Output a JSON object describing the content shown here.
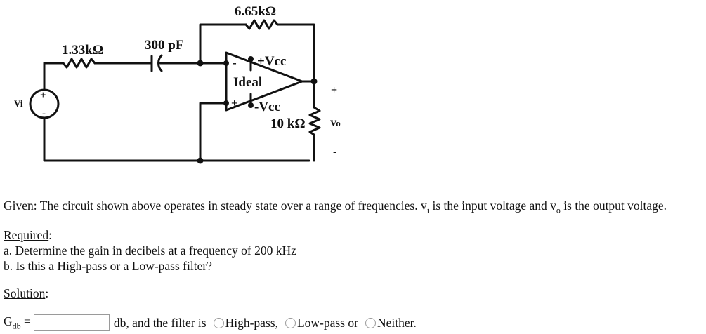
{
  "circuit": {
    "r_feedback": "6.65kΩ",
    "r_input": "1.33kΩ",
    "capacitor": "300 pF",
    "vcc_pos": "+Vcc",
    "vcc_neg": "-Vcc",
    "opamp_label": "Ideal",
    "minus_sign": "-",
    "plus_sign": "+",
    "r_load": "10 kΩ",
    "vi_label": "Vi",
    "vo_label": "Vo",
    "out_plus": "+",
    "out_minus": "-",
    "source_plus": "+",
    "source_minus": "-"
  },
  "given": {
    "label": "Given",
    "text_1": ": The circuit shown above operates in steady state over a range of frequencies. v",
    "sub_i": "i",
    "text_2": " is the input voltage and v",
    "sub_o": "o",
    "text_3": " is the output voltage."
  },
  "required": {
    "label": "Required",
    "colon": ":",
    "item_a": "a. Determine the gain in decibels at a frequency of 200 kHz",
    "item_b": "b. Is this a High-pass or a Low-pass filter?"
  },
  "solution": {
    "label": "Solution",
    "colon": ":"
  },
  "answer": {
    "gdb_label": "G",
    "gdb_sub": "db",
    "equals": " =",
    "input_value": "",
    "text_mid": "db, and the filter is",
    "options": [
      "High-pass,",
      "Low-pass or",
      "Neither."
    ]
  }
}
